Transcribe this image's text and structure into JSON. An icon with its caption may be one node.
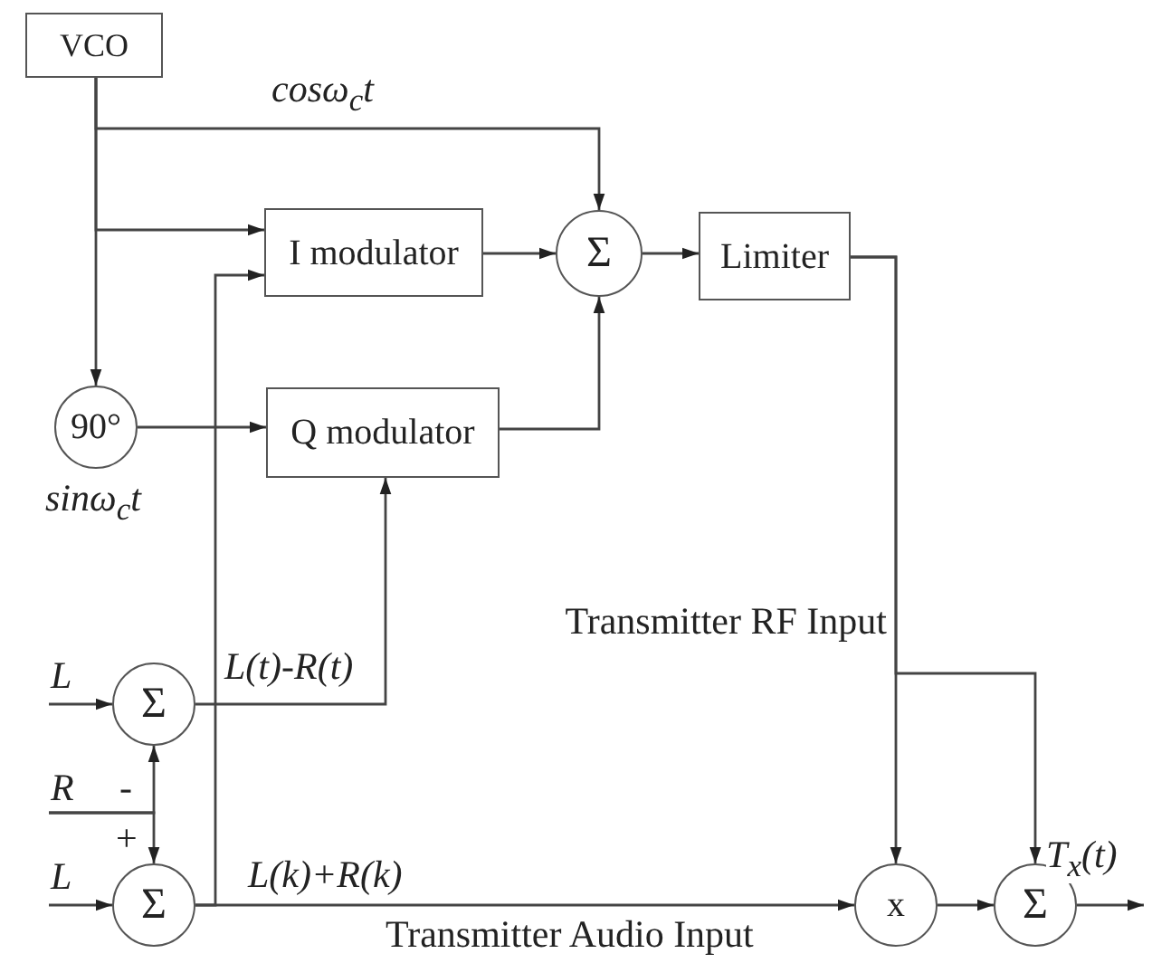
{
  "diagram": {
    "nodes": [
      {
        "text": [
          "VCO"
        ]
      },
      {
        "text": [
          "I modulator"
        ]
      },
      {
        "text": [
          "Q modulator"
        ]
      },
      {
        "text": [
          "Σ"
        ]
      },
      {
        "text": [
          "Limiter"
        ]
      },
      {
        "text": [
          "90°"
        ],
        "beside": [
          "sinω$_{c}$t"
        ]
      },
      {
        "text": [
          "Σ"
        ]
      },
      {
        "text": [
          "Σ"
        ]
      },
      {
        "text": [
          "x"
        ]
      },
      {
        "text": [
          "Σ"
        ],
        "beside": [
          "T$_{x}$(t)"
        ]
      }
    ],
    "edges": [
      {
        "from": 0,
        "to": 3,
        "arrow": "to",
        "label": "cosω$_{c}$t"
      },
      {
        "from": 0,
        "to": 1,
        "arrow": "to"
      },
      {
        "from": 0,
        "to": 5,
        "arrow": "to"
      },
      {
        "from": 5,
        "to": 2,
        "arrow": "to"
      },
      {
        "from": 1,
        "to": 3,
        "arrow": "to"
      },
      {
        "from": 2,
        "to": 3,
        "arrow": "to"
      },
      {
        "from": 3,
        "to": 4,
        "arrow": "to"
      },
      {
        "from": 4,
        "to": 8,
        "arrow": "to",
        "label": "Transmitter RF Input"
      },
      {
        "from": 4,
        "to": 9,
        "arrow": "to"
      },
      {
        "from": 6,
        "to": 2,
        "arrow": "to",
        "label": "L(t)-R(t)"
      },
      {
        "from": 7,
        "to": 1,
        "arrow": "to"
      },
      {
        "from": 7,
        "to": 8,
        "arrow": "to",
        "label": "L(k)+R(k)"
      },
      {
        "from": null,
        "to": 6,
        "arrow": "to",
        "label": "L"
      },
      {
        "from": null,
        "to": 6,
        "arrow": "to",
        "label": "R"
      },
      {
        "from": null,
        "to": 7,
        "arrow": "to"
      },
      {
        "from": null,
        "to": 7,
        "arrow": "to",
        "label": "L"
      },
      {
        "from": 8,
        "to": 9,
        "arrow": "to"
      },
      {
        "from": 9,
        "to": null,
        "arrow": "to"
      }
    ],
    "labels": [
      "-",
      "+",
      "Transmitter Audio Input"
    ]
  }
}
